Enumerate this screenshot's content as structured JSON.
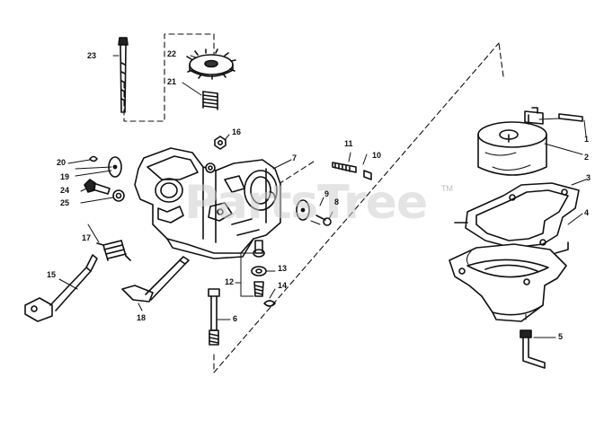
{
  "diagram": {
    "watermark": "PartsTree",
    "watermark_mark": "TM",
    "callouts": [
      "1",
      "2",
      "3",
      "4",
      "5",
      "6",
      "7",
      "8",
      "9",
      "10",
      "11",
      "12",
      "13",
      "14",
      "15",
      "16",
      "17",
      "18",
      "19",
      "20",
      "21",
      "22",
      "23",
      "24",
      "25"
    ]
  }
}
